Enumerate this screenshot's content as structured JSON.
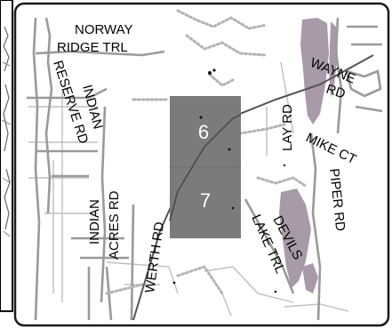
{
  "map": {
    "colors": {
      "background": "#ffffff",
      "frame": "#1a1a1a",
      "section_fill": "#7b7b7b",
      "wetland_fill": "#a89aa9",
      "road_gray": "#9a9a9a",
      "road_main": "#555555",
      "trail_dotted": "#b4b4b4",
      "parcel_line": "#bfbfbf"
    },
    "sections": [
      {
        "label": "6"
      },
      {
        "label": "7"
      }
    ],
    "road_labels": [
      {
        "id": "norway-ridge-trl-1",
        "text": "NORWAY"
      },
      {
        "id": "norway-ridge-trl-2",
        "text": "RIDGE TRL"
      },
      {
        "id": "reserve-rd",
        "text": "RESERVE RD"
      },
      {
        "id": "indian-1",
        "text": "INDIAN"
      },
      {
        "id": "indian-2",
        "text": "INDIAN"
      },
      {
        "id": "acres-rd",
        "text": "ACRES RD"
      },
      {
        "id": "werth-rd",
        "text": "WERTH RD"
      },
      {
        "id": "lay-rd",
        "text": "LAY RD"
      },
      {
        "id": "mike-ct",
        "text": "MIKE CT"
      },
      {
        "id": "wayne-rd-1",
        "text": "WAYNE"
      },
      {
        "id": "wayne-rd-2",
        "text": "RD"
      },
      {
        "id": "piper-rd",
        "text": "PIPER RD"
      },
      {
        "id": "devils",
        "text": "DEVILS"
      },
      {
        "id": "lake-trl",
        "text": "LAKE TRL"
      }
    ]
  }
}
